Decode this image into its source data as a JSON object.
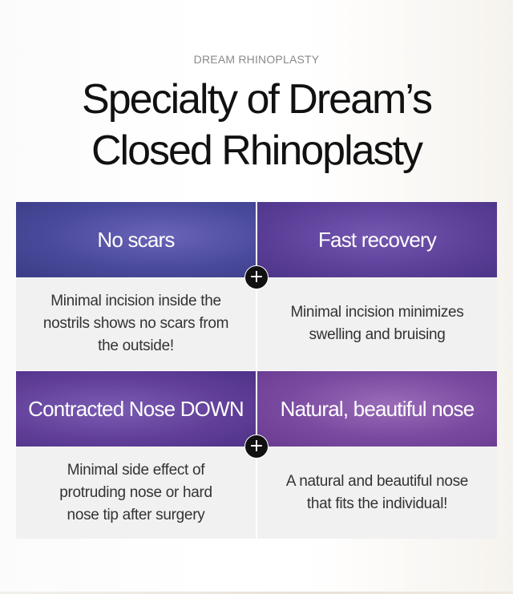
{
  "header": {
    "eyebrow": "DREAM RHINOPLASTY",
    "title_line1": "Specialty of Dream’s",
    "title_line2": "Closed Rhinoplasty"
  },
  "features": [
    {
      "title": "No scars",
      "desc_lines": [
        "Minimal incision inside the",
        "nostrils shows no scars from",
        "the outside!"
      ]
    },
    {
      "title": "Fast recovery",
      "desc_lines": [
        "Minimal incision minimizes",
        "swelling and bruising"
      ]
    },
    {
      "title": "Contracted Nose DOWN",
      "desc_lines": [
        "Minimal side effect of",
        "protruding nose or hard",
        "nose tip after surgery"
      ]
    },
    {
      "title": "Natural, beautiful nose",
      "desc_lines": [
        "A natural and beautiful nose",
        "that fits the individual!"
      ]
    }
  ],
  "plus_symbol": "+",
  "colors": {
    "header_purple_dark": "#3b3c86",
    "header_purple_mid": "#5c3f98",
    "header_violet": "#7a4aa0",
    "body_gray": "#f1f1f1",
    "plus_badge": "#111111"
  }
}
